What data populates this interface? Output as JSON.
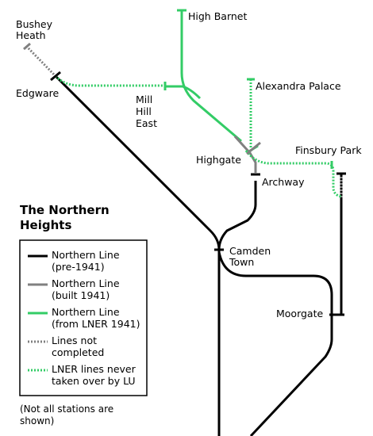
{
  "title": [
    "The Northern",
    "Heights"
  ],
  "stations": {
    "bushey_heath": [
      "Bushey",
      "Heath"
    ],
    "edgware": "Edgware",
    "high_barnet": "High Barnet",
    "mill_hill_east": [
      "Mill",
      "Hill",
      "East"
    ],
    "alexandra_palace": "Alexandra Palace",
    "finsbury_park": "Finsbury Park",
    "highgate": "Highgate",
    "archway": "Archway",
    "camden_town": [
      "Camden",
      "Town"
    ],
    "moorgate": "Moorgate"
  },
  "legend": [
    {
      "lines": [
        "Northern Line",
        "(pre-1941)"
      ],
      "style": "solid",
      "color": "#000000"
    },
    {
      "lines": [
        "Northern Line",
        "(built 1941)"
      ],
      "style": "solid",
      "color": "#808080"
    },
    {
      "lines": [
        "Northern Line",
        "(from LNER 1941)"
      ],
      "style": "solid",
      "color": "#33cc66"
    },
    {
      "lines": [
        "Lines not",
        "completed"
      ],
      "style": "dotted",
      "color": "#808080"
    },
    {
      "lines": [
        "LNER lines never",
        "taken over by LU"
      ],
      "style": "dotted",
      "color": "#33cc66"
    }
  ],
  "note": [
    "(Not all stations are",
    "shown)"
  ],
  "colors": {
    "black": "#000000",
    "grey": "#808080",
    "green": "#33cc66"
  }
}
